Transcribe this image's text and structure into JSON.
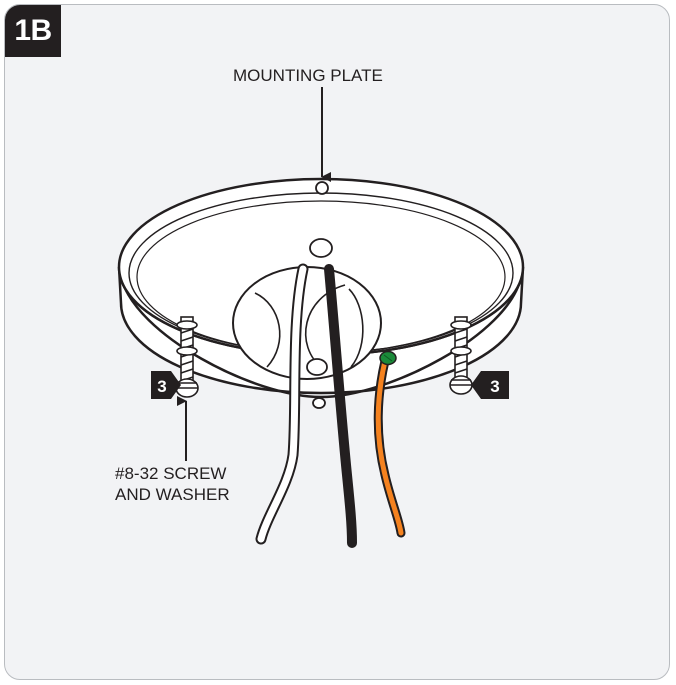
{
  "figure": {
    "step_label": "1B",
    "labels": {
      "mounting_plate": "MOUNTING PLATE",
      "screw_line1": "#8-32 SCREW",
      "screw_line2": "AND WASHER"
    },
    "callouts": {
      "left": "3",
      "right": "3"
    },
    "colors": {
      "badge": "#231f20",
      "background": "#f2f3f5",
      "black_wire": "#231f20",
      "white_wire": "#ffffff",
      "ground_wire": "#f5821f",
      "wire_nut": "#1b8a3a"
    }
  }
}
